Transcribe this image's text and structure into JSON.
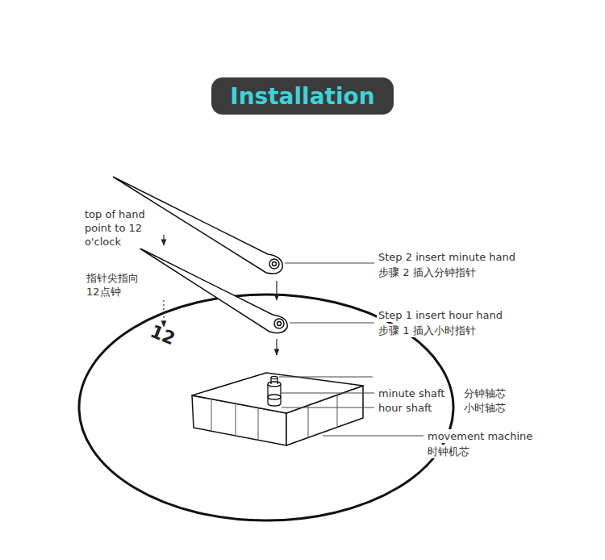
{
  "diagram": {
    "title": "Installation",
    "labels": [
      "top of hand point to 12 o'clock",
      "指针尖指向 12点钟",
      "12",
      "Step 2 insert minute hand",
      "步骤 2 插入分钟指针",
      "Step 1 insert hour hand",
      "步骤 1 插入小时指针",
      "minute shaft",
      "分钟轴芯",
      "hour shaft",
      "小时轴芯",
      "movement machine",
      "时钟机芯"
    ]
  }
}
